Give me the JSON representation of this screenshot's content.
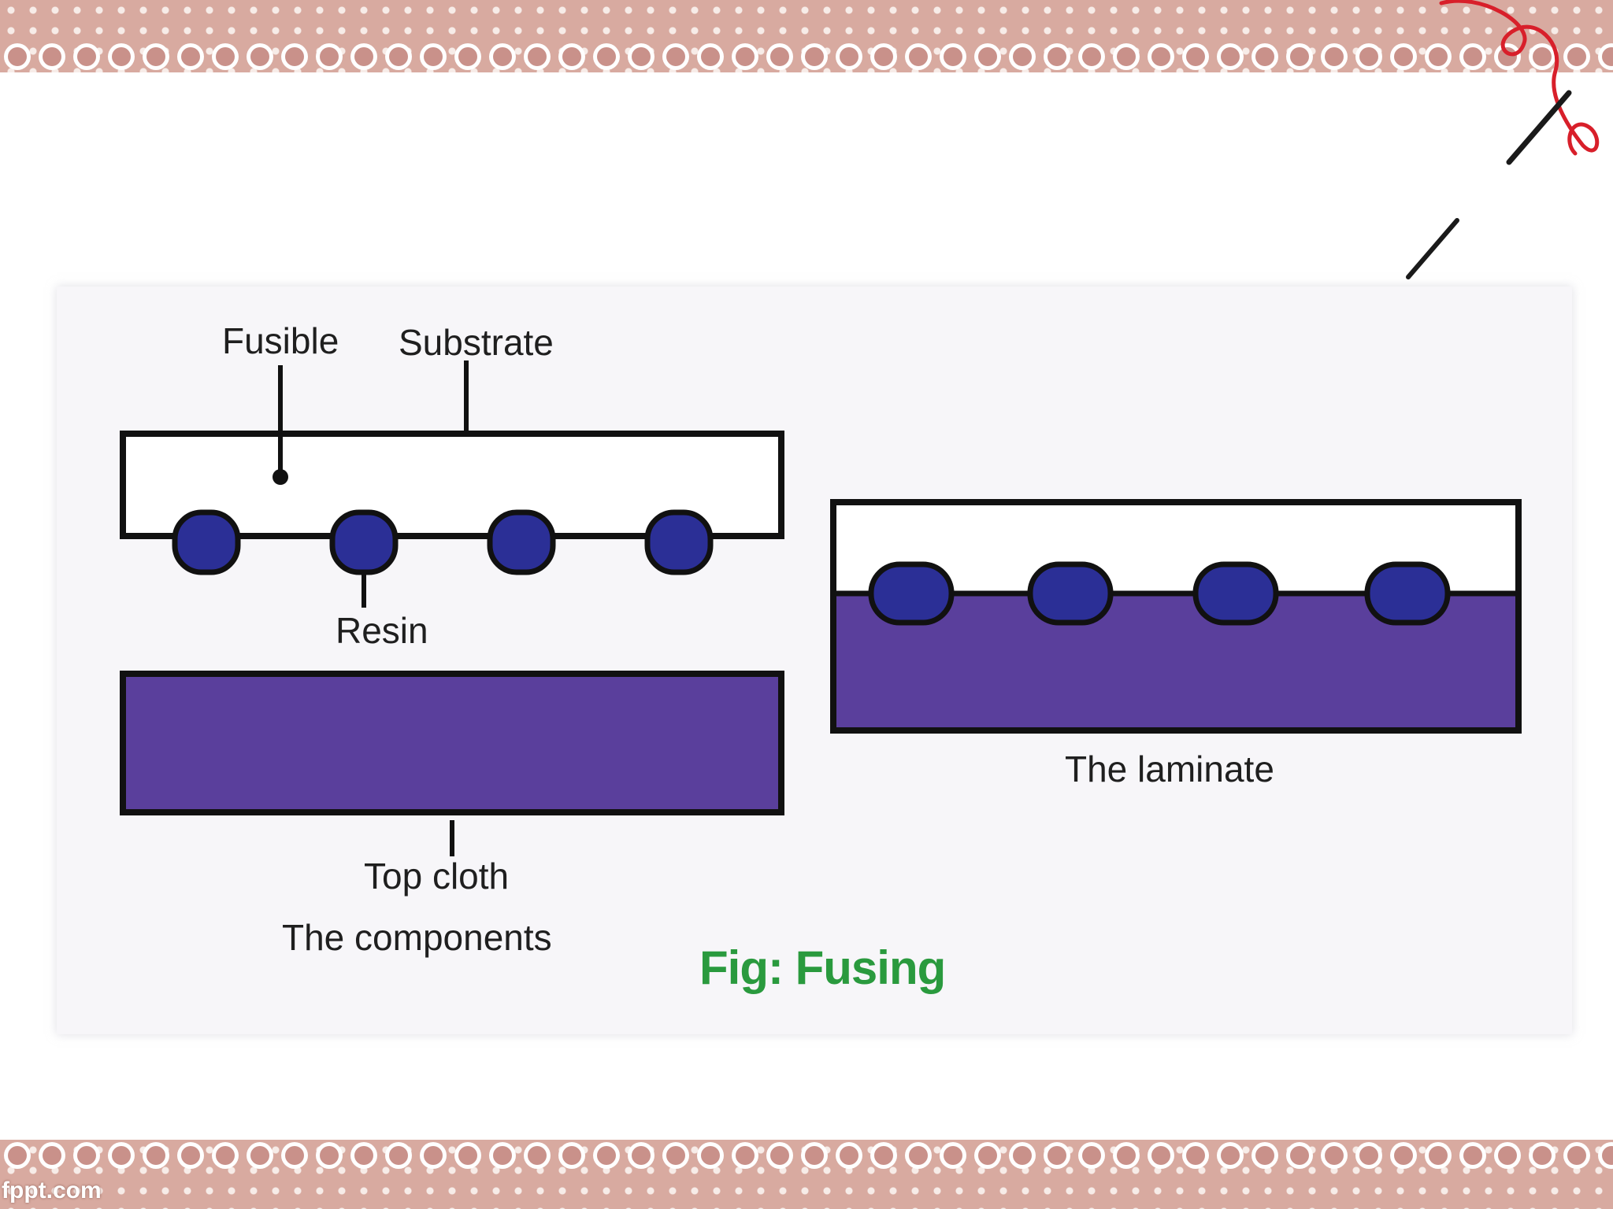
{
  "slide": {
    "labels": {
      "fusible": "Fusible",
      "substrate": "Substrate",
      "resin": "Resin",
      "top_cloth": "Top cloth",
      "components": "The components",
      "laminate": "The laminate"
    },
    "caption": "Fig: Fusing",
    "watermark": "fppt.com"
  },
  "colors": {
    "resin_dot": "#2b2f96",
    "fabric_fill": "#5a3f9c",
    "outline": "#111111",
    "caption": "#2a9a3e",
    "border": "#d8aaa0",
    "needle_thread": "#d81f2a"
  },
  "icons": [
    "needle-thread-icon"
  ]
}
